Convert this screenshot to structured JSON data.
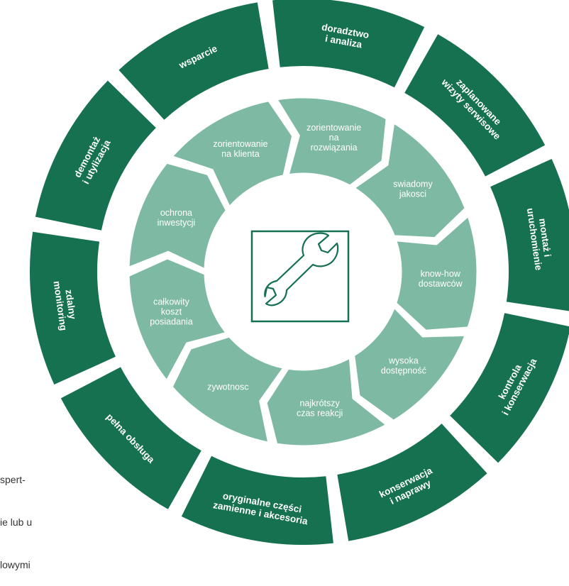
{
  "outer_ring": [
    {
      "lines": [
        "wsparcie"
      ]
    },
    {
      "lines": [
        "doradztwo",
        "i analiza"
      ]
    },
    {
      "lines": [
        "zaplanowane",
        "wizyty serwisowe"
      ]
    },
    {
      "lines": [
        "montaż i",
        "uruchomienie"
      ]
    },
    {
      "lines": [
        "kontrola",
        "i konserwacja"
      ]
    },
    {
      "lines": [
        "konserwacja",
        "i naprawy"
      ]
    },
    {
      "lines": [
        "oryginalne części",
        "zamienne i akcesoria"
      ]
    },
    {
      "lines": [
        "pełna obsługa"
      ]
    },
    {
      "lines": [
        "zdalny",
        "monitoring"
      ]
    },
    {
      "lines": [
        "demontaż",
        "i utylizacja"
      ]
    }
  ],
  "inner_ring": [
    {
      "lines": [
        "zorientowanie",
        "na",
        "rozwiązania"
      ]
    },
    {
      "lines": [
        "swiadomy",
        "jakosci"
      ]
    },
    {
      "lines": [
        "know-how",
        "dostawców"
      ]
    },
    {
      "lines": [
        "wysoka",
        "dostępność"
      ]
    },
    {
      "lines": [
        "najkrótszy",
        "czas reakcji"
      ]
    },
    {
      "lines": [
        "zywotnosc"
      ]
    },
    {
      "lines": [
        "całkowity",
        "koszt",
        "posiadania"
      ]
    },
    {
      "lines": [
        "ochrona",
        "inwestycji"
      ]
    },
    {
      "lines": [
        "zorientowanie",
        "na klienta"
      ]
    }
  ],
  "center_icon": "wrench-icon",
  "left_text_lines": [
    "spert-",
    "ie lub u",
    "lowymi"
  ],
  "colors": {
    "outer_segment": "#15714f",
    "inner_segment": "#7eb9a3",
    "center_fill": "#ffffff",
    "icon_stroke": "#15714f",
    "page_background": "#ffffff"
  }
}
